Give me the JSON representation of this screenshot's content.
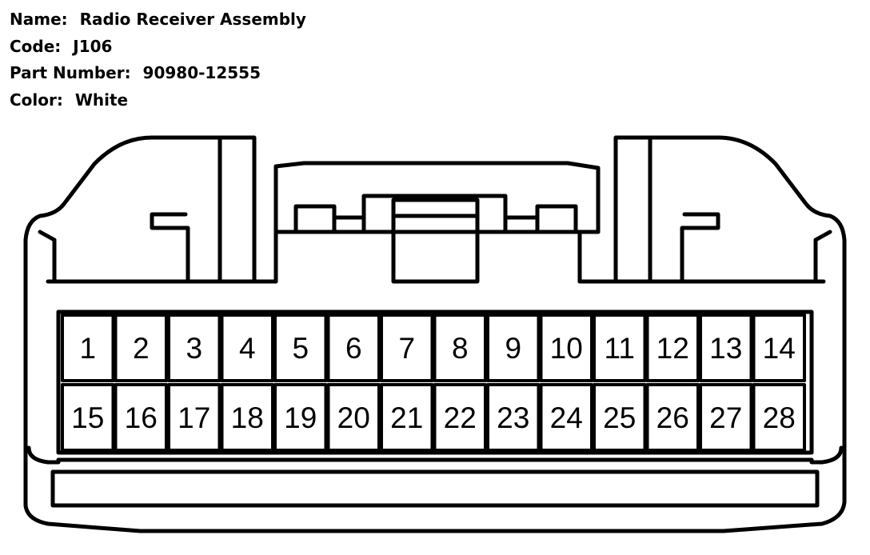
{
  "header": {
    "name_label": "Name:",
    "name_value": "Radio Receiver Assembly",
    "code_label": "Code:",
    "code_value": "J106",
    "part_label": "Part Number:",
    "part_value": "90980-12555",
    "color_label": "Color:",
    "color_value": "White"
  },
  "pins": {
    "top_row": [
      "1",
      "2",
      "3",
      "4",
      "5",
      "6",
      "7",
      "8",
      "9",
      "10",
      "11",
      "12",
      "13",
      "14"
    ],
    "bottom_row": [
      "15",
      "16",
      "17",
      "18",
      "19",
      "20",
      "21",
      "22",
      "23",
      "24",
      "25",
      "26",
      "27",
      "28"
    ]
  },
  "colors": {
    "line": "#000000",
    "background": "#ffffff"
  }
}
